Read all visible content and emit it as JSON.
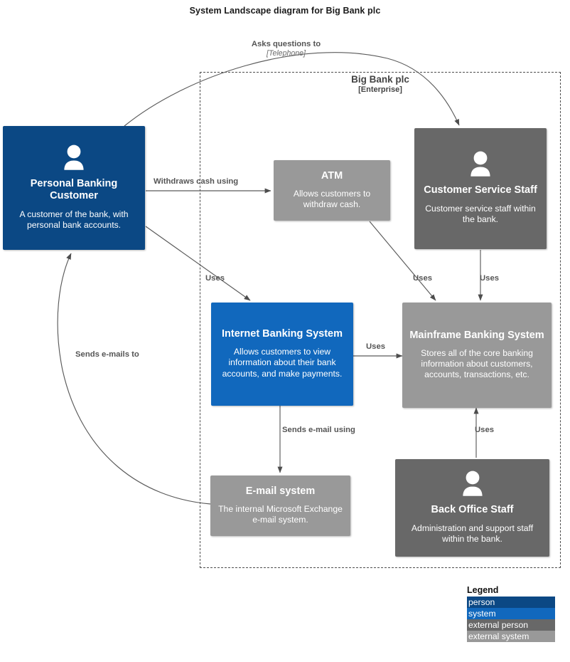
{
  "title": "System Landscape diagram for Big Bank plc",
  "boundary": {
    "name": "Big Bank plc",
    "type": "[Enterprise]"
  },
  "nodes": [
    {
      "id": "personal-banking-customer",
      "name": "Personal Banking Customer",
      "description": "A customer of the bank, with personal bank accounts.",
      "element_type": "person",
      "color": "#0b4884",
      "has_person_icon": true
    },
    {
      "id": "atm",
      "name": "ATM",
      "description": "Allows customers to withdraw cash.",
      "element_type": "external system",
      "color": "#999999",
      "has_person_icon": false
    },
    {
      "id": "customer-service-staff",
      "name": "Customer Service Staff",
      "description": "Customer service staff within the bank.",
      "element_type": "external person",
      "color": "#686868",
      "has_person_icon": true
    },
    {
      "id": "internet-banking-system",
      "name": "Internet Banking System",
      "description": "Allows customers to view information about their bank accounts, and make payments.",
      "element_type": "system",
      "color": "#1168bd",
      "has_person_icon": false
    },
    {
      "id": "mainframe-banking-system",
      "name": "Mainframe Banking System",
      "description": "Stores all of the core banking information about customers, accounts, transactions, etc.",
      "element_type": "external system",
      "color": "#999999",
      "has_person_icon": false
    },
    {
      "id": "email-system",
      "name": "E-mail system",
      "description": "The internal Microsoft Exchange e-mail system.",
      "element_type": "external system",
      "color": "#999999",
      "has_person_icon": false
    },
    {
      "id": "back-office-staff",
      "name": "Back Office Staff",
      "description": "Administration and support staff within the bank.",
      "element_type": "external person",
      "color": "#686868",
      "has_person_icon": true
    }
  ],
  "edges": [
    {
      "id": "customer-asks-csstaff",
      "label": "Asks questions to",
      "technology": "[Telephone]"
    },
    {
      "id": "customer-uses-atm",
      "label": "Withdraws cash using",
      "technology": ""
    },
    {
      "id": "customer-uses-ibs",
      "label": "Uses",
      "technology": ""
    },
    {
      "id": "atm-uses-mainframe",
      "label": "Uses",
      "technology": ""
    },
    {
      "id": "csstaff-uses-mainframe",
      "label": "Uses",
      "technology": ""
    },
    {
      "id": "ibs-uses-mainframe",
      "label": "Uses",
      "technology": ""
    },
    {
      "id": "ibs-sends-email",
      "label": "Sends e-mail using",
      "technology": ""
    },
    {
      "id": "backoffice-uses-mainframe",
      "label": "Uses",
      "technology": ""
    },
    {
      "id": "email-sends-customer",
      "label": "Sends e-mails to",
      "technology": ""
    }
  ],
  "legend": {
    "title": "Legend",
    "items": [
      {
        "label": "person",
        "color": "#0b4884"
      },
      {
        "label": "system",
        "color": "#1168bd"
      },
      {
        "label": "external person",
        "color": "#686868"
      },
      {
        "label": "external system",
        "color": "#999999"
      }
    ]
  }
}
